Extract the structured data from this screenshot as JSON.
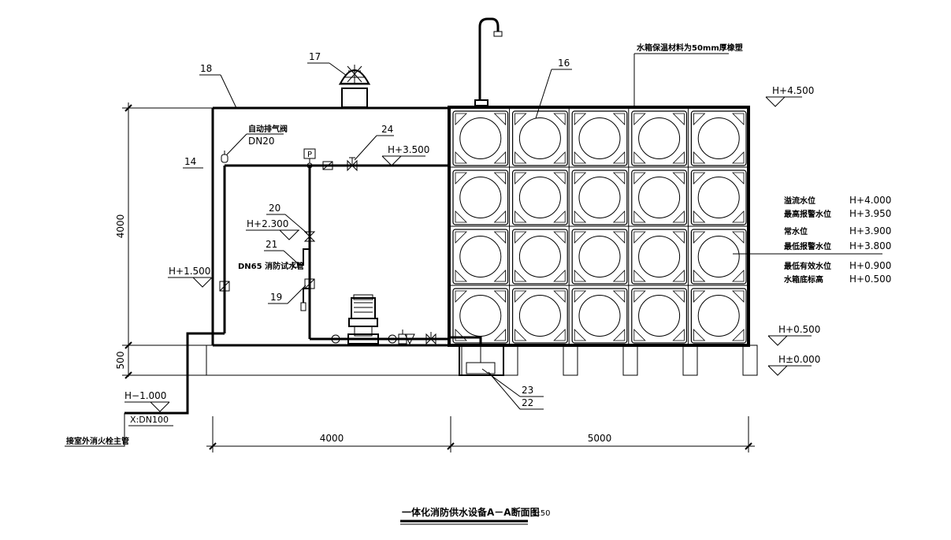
{
  "drawing": {
    "title": "一体化消防供水设备A－A断面图",
    "scale": "1:50"
  },
  "levels": {
    "h4500": "H+4.500",
    "h3500": "H+3.500",
    "h2300": "H+2.300",
    "h1500": "H+1.500",
    "h0500": "H+0.500",
    "h0000": "H±0.000",
    "hneg1000": "H−1.000"
  },
  "callouts": {
    "c14": "14",
    "c16": "16",
    "c17": "17",
    "c18": "18",
    "c19": "19",
    "c20": "20",
    "c21": "21",
    "c22": "22",
    "c23": "23",
    "c24": "24"
  },
  "labels": {
    "air_valve": "自动排气阀",
    "air_valve_dn": "DN20",
    "test_pipe": "DN65 消防试水管",
    "inlet_dn": "X:DN100",
    "outdoor_main": "接室外消火栓主管",
    "insulation": "水箱保温材料为50mm厚橡塑"
  },
  "water_levels": [
    {
      "name": "溢流水位",
      "value": "H+4.000"
    },
    {
      "name": "最高报警水位",
      "value": "H+3.950"
    },
    {
      "name": "常水位",
      "value": "H+3.900"
    },
    {
      "name": "最低报警水位",
      "value": "H+3.800"
    },
    {
      "name": "最低有效水位",
      "value": "H+0.900"
    },
    {
      "name": "水箱底标高",
      "value": "H+0.500"
    }
  ],
  "dimensions": {
    "height_main": "4000",
    "height_base": "500",
    "width_room": "4000",
    "width_tank": "5000"
  },
  "symbols": {
    "pressure_gauge": "P"
  }
}
